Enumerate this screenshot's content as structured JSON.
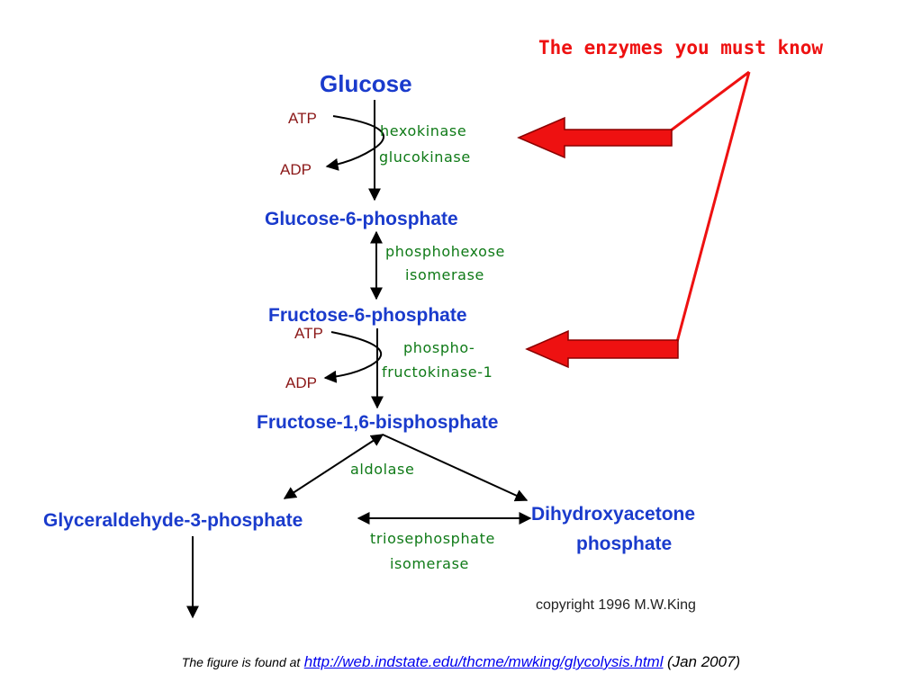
{
  "callout": {
    "text": "The enzymes you must know"
  },
  "pathway": {
    "glucose": "Glucose",
    "glucose_6_phosphate": "Glucose-6-phosphate",
    "fructose_6_phosphate": "Fructose-6-phosphate",
    "fructose_1_6_bisphosphate": "Fructose-1,6-bisphosphate",
    "glyceraldehyde_3_phosphate": "Glyceraldehyde-3-phosphate",
    "dihydroxyacetone_phosphate_line1": "Dihydroxyacetone",
    "dihydroxyacetone_phosphate_line2": "phosphate"
  },
  "enzymes": {
    "hexokinase": "hexokinase",
    "glucokinase": "glucokinase",
    "phi_line1": "phosphohexose",
    "phi_line2": "isomerase",
    "pfk_line1": "phospho-",
    "pfk_line2": "fructokinase-1",
    "aldolase": "aldolase",
    "tpi_line1": "triosephosphate",
    "tpi_line2": "isomerase"
  },
  "cofactors": {
    "step1_in": "ATP",
    "step1_out": "ADP",
    "step3_in": "ATP",
    "step3_out": "ADP"
  },
  "copyright": "copyright 1996 M.W.King",
  "caption": {
    "prefix": "The figure is found at",
    "link": "http://web.indstate.edu/thcme/mwking/glycolysis.html",
    "suffix": "(Jan 2007)"
  },
  "colors": {
    "metabolite": "#1a3bcc",
    "enzyme": "#0f7a17",
    "cofactor": "#8b1717",
    "callout": "#ee1111",
    "link": "#0000ee"
  },
  "icons": {
    "big_arrows": "red-block-arrow-left",
    "pathway_arrows": "black-arrow"
  }
}
